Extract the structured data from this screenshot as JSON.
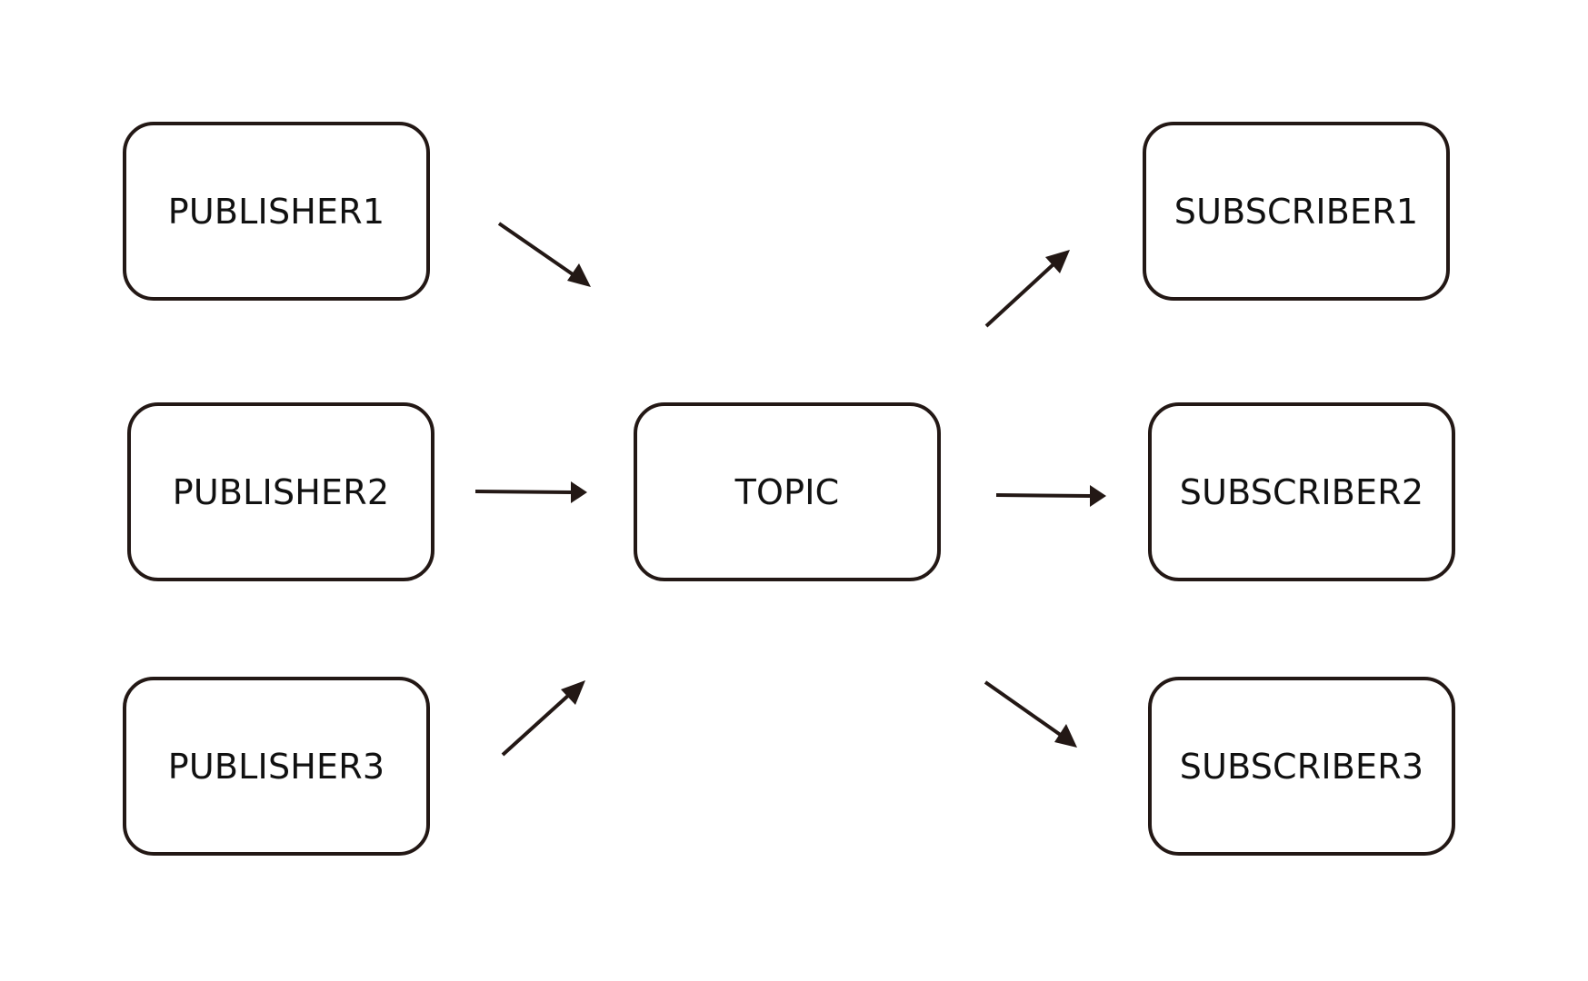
{
  "diagram": {
    "publishers": [
      {
        "label": "PUBLISHER1"
      },
      {
        "label": "PUBLISHER2"
      },
      {
        "label": "PUBLISHER3"
      }
    ],
    "topic": {
      "label": "TOPIC"
    },
    "subscribers": [
      {
        "label": "SUBSCRIBER1"
      },
      {
        "label": "SUBSCRIBER2"
      },
      {
        "label": "SUBSCRIBER3"
      }
    ],
    "colors": {
      "stroke": "#231815",
      "text": "#111111",
      "background": "#ffffff"
    }
  }
}
